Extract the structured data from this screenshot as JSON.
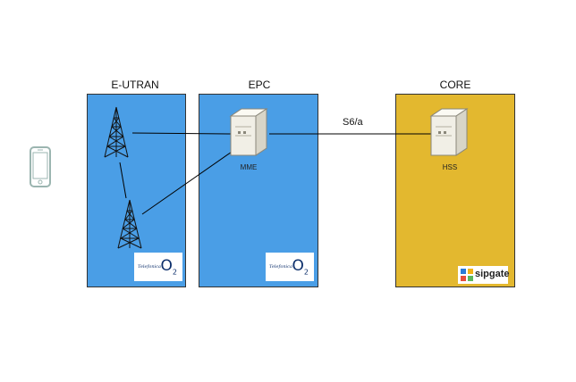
{
  "zones": {
    "eutran": {
      "title": "E-UTRAN",
      "color": "#4a9ee6"
    },
    "epc": {
      "title": "EPC",
      "color": "#4a9ee6"
    },
    "core": {
      "title": "CORE",
      "color": "#e3b82f"
    }
  },
  "nodes": {
    "mme": {
      "label": "MME",
      "icon": "server-icon"
    },
    "hss": {
      "label": "HSS",
      "icon": "server-icon"
    },
    "tower1": {
      "icon": "cell-tower-icon"
    },
    "tower2": {
      "icon": "cell-tower-icon"
    },
    "phone": {
      "icon": "smartphone-icon"
    }
  },
  "edges": {
    "mme_hss": {
      "label": "S6/a"
    }
  },
  "logos": {
    "telefonica_small": "Telefonica",
    "o2_main": "O",
    "o2_sub": "2",
    "sipgate": "sipgate"
  }
}
